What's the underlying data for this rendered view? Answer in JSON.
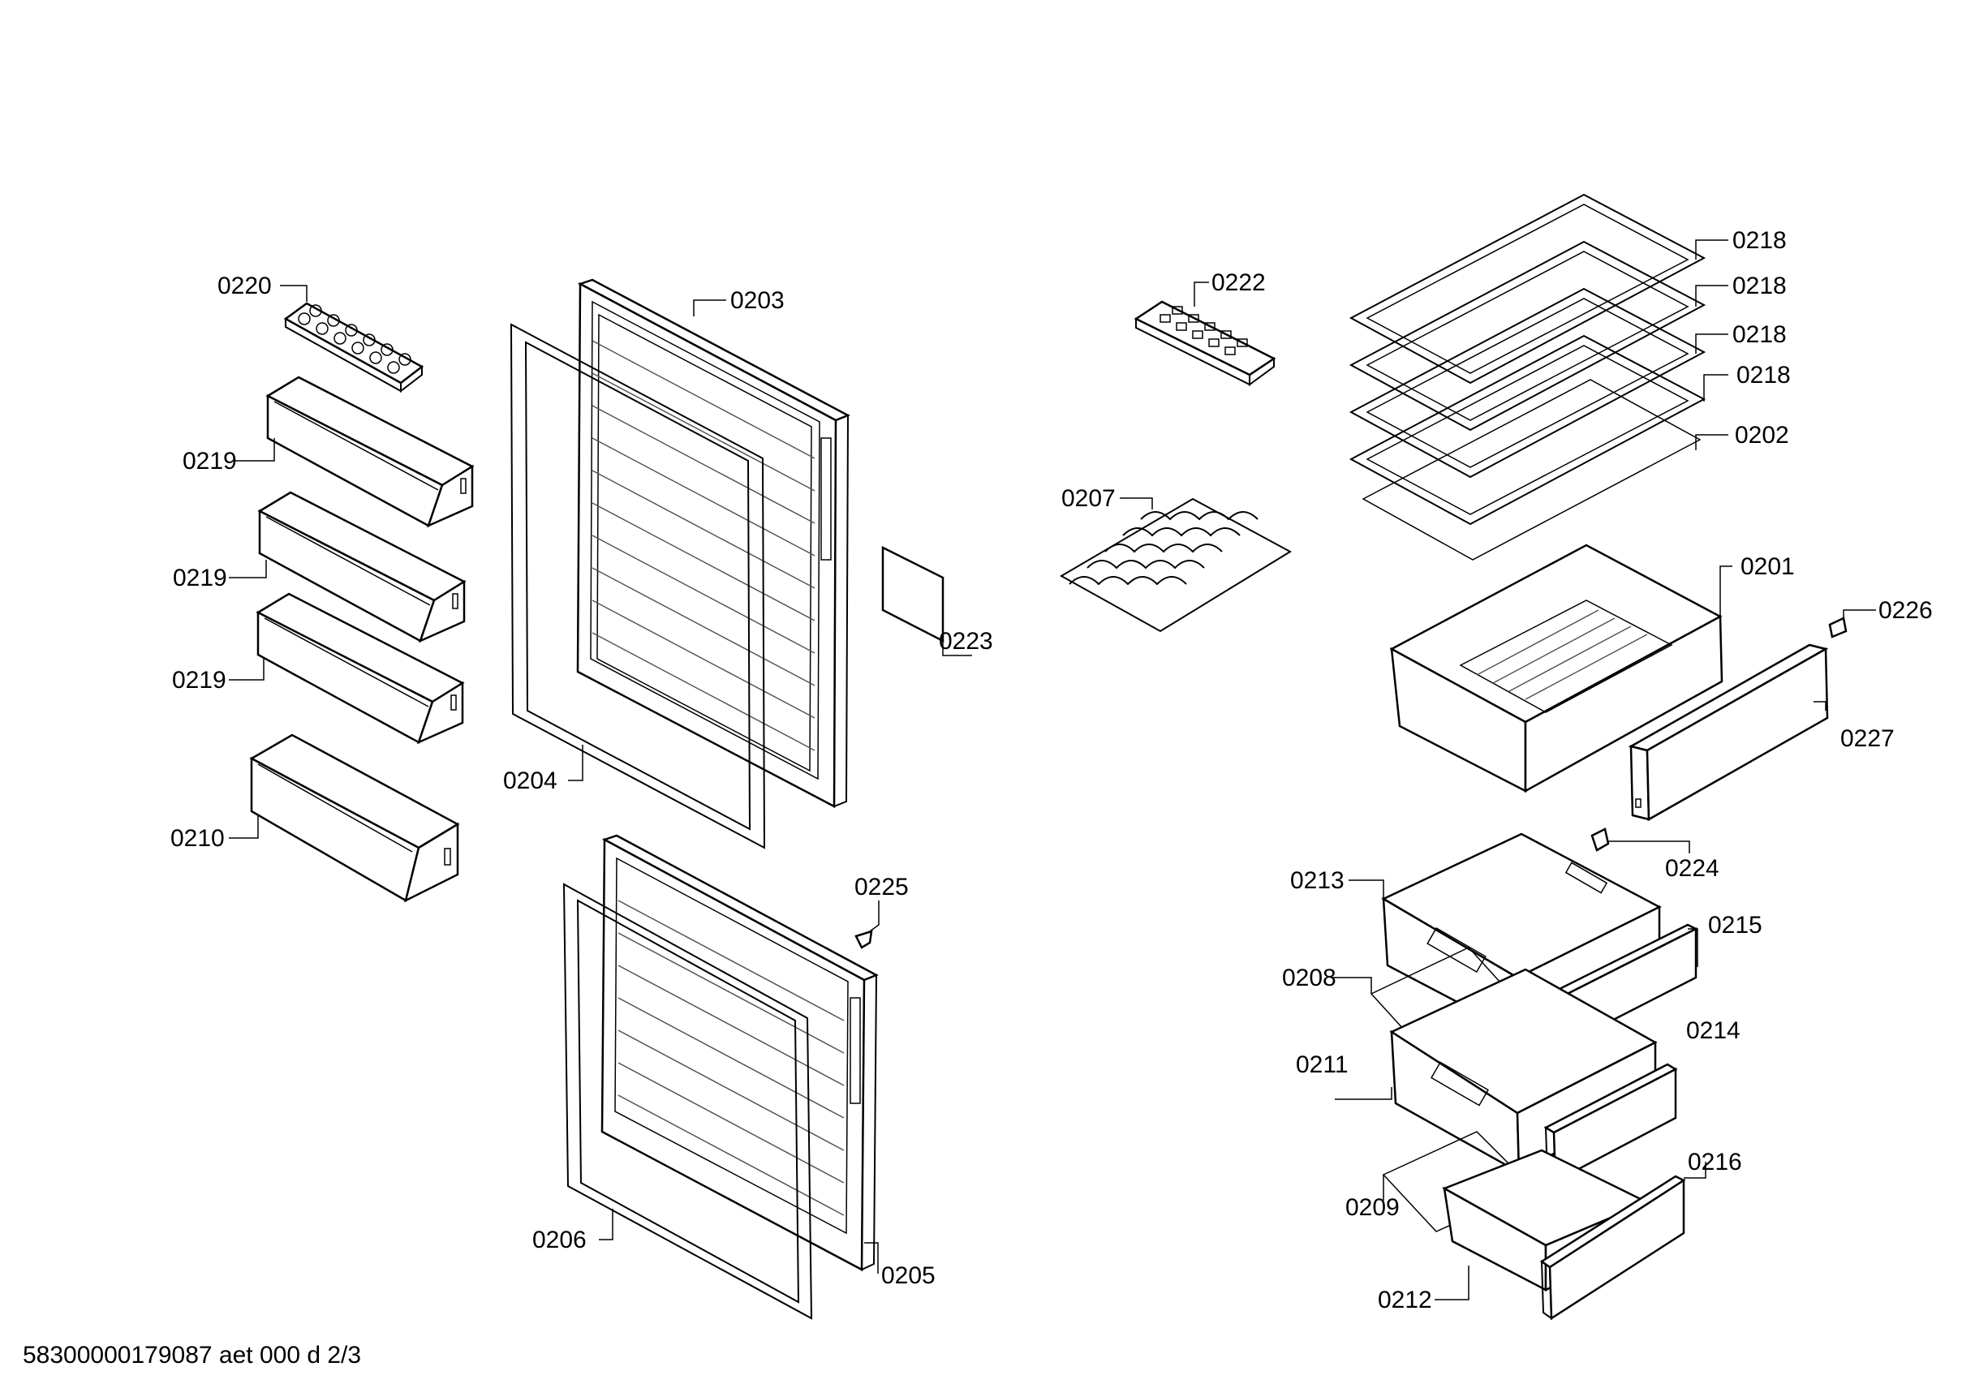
{
  "footer_text": "58300000179087 aet 000 d 2/3",
  "labels": {
    "p0220": "0220",
    "p0219a": "0219",
    "p0219b": "0219",
    "p0219c": "0219",
    "p0210": "0210",
    "p0203": "0203",
    "p0204": "0204",
    "p0223": "0223",
    "p0225": "0225",
    "p0206": "0206",
    "p0205": "0205",
    "p0222": "0222",
    "p0207": "0207",
    "p0218a": "0218",
    "p0218b": "0218",
    "p0218c": "0218",
    "p0218d": "0218",
    "p0202": "0202",
    "p0201": "0201",
    "p0226": "0226",
    "p0227": "0227",
    "p0224": "0224",
    "p0213": "0213",
    "p0215": "0215",
    "p0208": "0208",
    "p0214": "0214",
    "p0211": "0211",
    "p0209": "0209",
    "p0216": "0216",
    "p0212": "0212"
  }
}
